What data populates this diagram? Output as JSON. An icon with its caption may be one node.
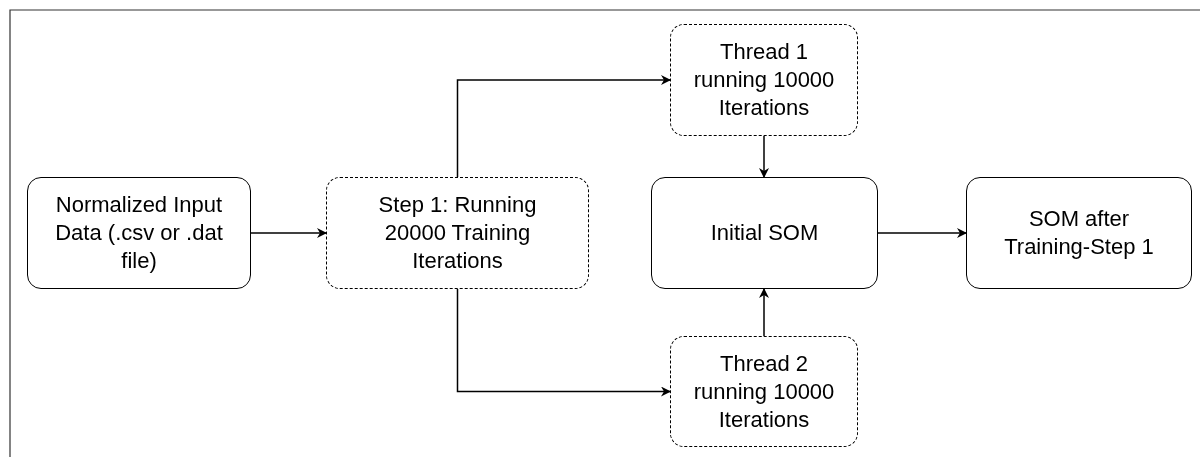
{
  "diagram": {
    "nodes": [
      {
        "text": [
          "Normalized Input Data (.csv or .dat file)"
        ]
      },
      {
        "text": [
          "Step 1: Running 20000 Training Iterations"
        ]
      },
      {
        "text": [
          "Thread 1 running 10000 Iterations"
        ]
      },
      {
        "text": [
          "Initial SOM"
        ]
      },
      {
        "text": [
          "SOM after Training-Step 1"
        ]
      },
      {
        "text": [
          "Thread 2 running 10000 Iterations"
        ]
      }
    ],
    "edges": [
      {
        "from": 0,
        "to": 1,
        "arrow": "to"
      },
      {
        "from": 1,
        "to": 2,
        "arrow": "to"
      },
      {
        "from": 1,
        "to": 5,
        "arrow": "to"
      },
      {
        "from": 2,
        "to": 3,
        "arrow": "to"
      },
      {
        "from": 5,
        "to": 3,
        "arrow": "to"
      },
      {
        "from": 3,
        "to": 4,
        "arrow": "to"
      }
    ]
  }
}
